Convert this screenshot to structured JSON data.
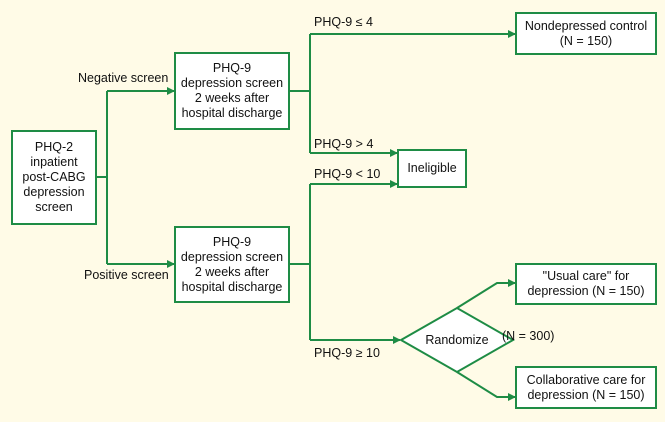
{
  "colors": {
    "background": "#FFFBE7",
    "stroke": "#1E8C45",
    "box_fill": "#FFFFFF",
    "text": "#111111"
  },
  "nodes": {
    "phq2": "PHQ-2\ninpatient\npost-CABG\ndepression\nscreen",
    "phq9_negative": "PHQ-9\ndepression screen\n2 weeks after\nhospital discharge",
    "phq9_positive": "PHQ-9\ndepression screen\n2 weeks after\nhospital discharge",
    "nondepressed_control": "Nondepressed control\n(N = 150)",
    "ineligible": "Ineligible",
    "randomize": "Randomize",
    "usual_care": "\"Usual care\" for\ndepression (N = 150)",
    "collaborative_care": "Collaborative care for\ndepression (N = 150)"
  },
  "edge_labels": {
    "negative_screen": "Negative screen",
    "positive_screen": "Positive screen",
    "phq9_le4": "PHQ-9 ≤ 4",
    "phq9_gt4": "PHQ-9 > 4",
    "phq9_lt10": "PHQ-9 < 10",
    "phq9_ge10": "PHQ-9 ≥ 10",
    "n300": "(N = 300)"
  }
}
